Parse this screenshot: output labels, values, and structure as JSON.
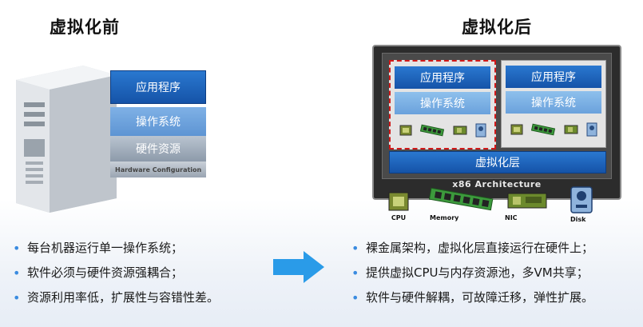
{
  "titles": {
    "before": "虚拟化前",
    "after": "虚拟化后"
  },
  "before_stack": {
    "app": "应用程序",
    "os": "操作系统",
    "hw": "硬件资源",
    "hw_sub": "Hardware Configuration"
  },
  "after_stack": {
    "vms": [
      {
        "app": "应用程序",
        "os": "操作系统"
      },
      {
        "app": "应用程序",
        "os": "操作系统"
      }
    ],
    "virt_layer": "虚拟化层",
    "arch": "x86 Architecture",
    "components": [
      "CPU",
      "Memory",
      "NIC",
      "Disk"
    ]
  },
  "bullets_before": [
    "每台机器运行单一操作系统；",
    "软件必须与硬件资源强耦合；",
    "资源利用率低，扩展性与容错性差。"
  ],
  "bullets_after": [
    "裸金属架构，虚拟化层直接运行在硬件上；",
    "提供虚拟CPU与内存资源池，多VM共享；",
    "软件与硬件解耦，可故障迁移，弹性扩展。"
  ]
}
